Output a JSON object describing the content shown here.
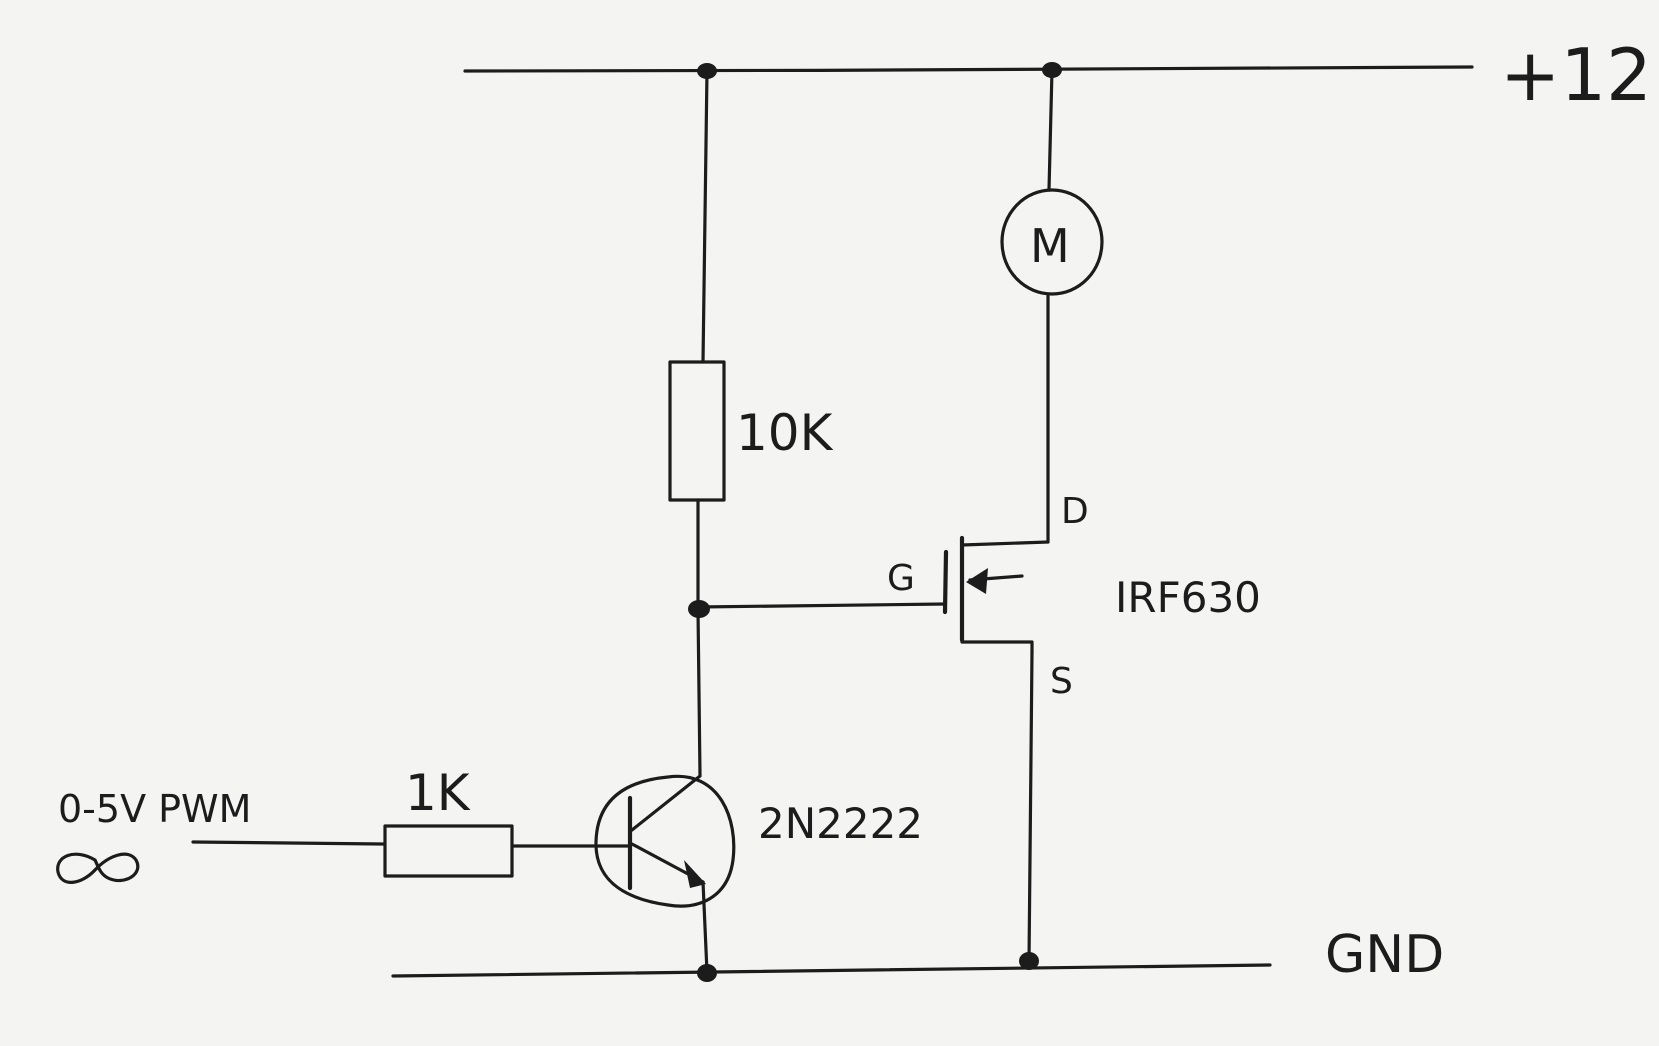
{
  "labels": {
    "supply": "+12",
    "ground": "GND",
    "pullup_resistor": "10K",
    "base_resistor": "1K",
    "transistor": "2N2222",
    "mosfet": "IRF630",
    "gate": "G",
    "drain": "D",
    "source": "S",
    "motor": "M",
    "input": "0-5V PWM"
  }
}
